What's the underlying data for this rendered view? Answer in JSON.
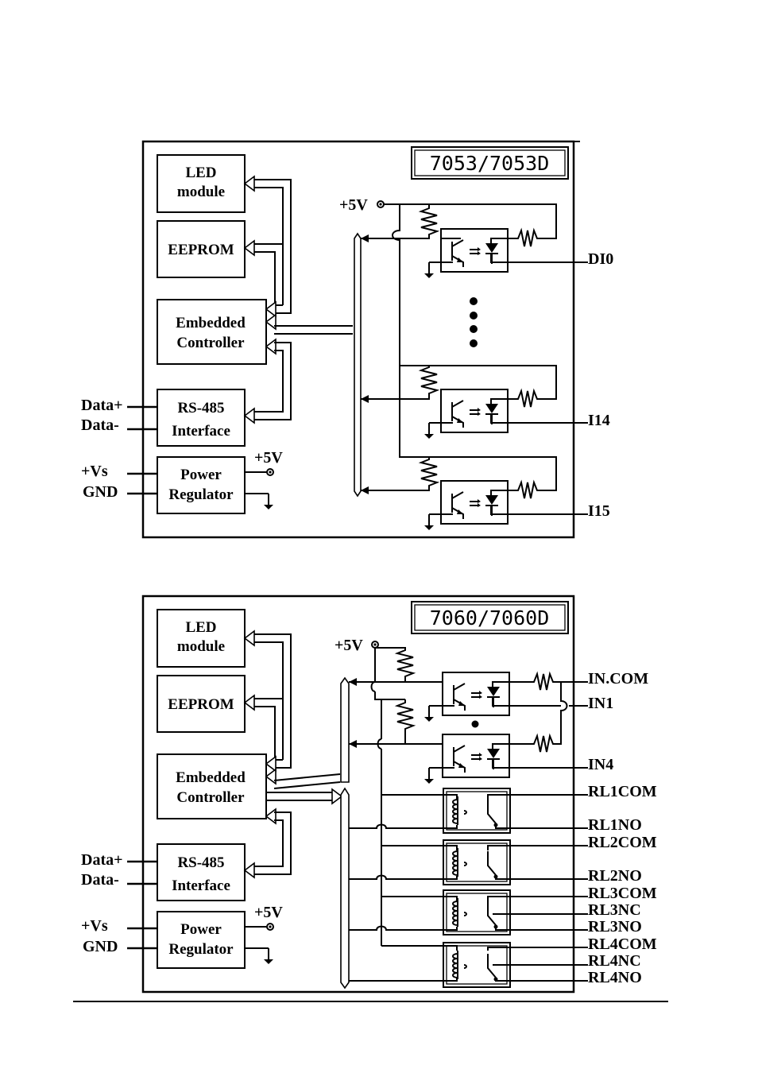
{
  "diagram_a": {
    "title": "7053/7053D",
    "blocks": {
      "led": [
        "LED",
        "module"
      ],
      "eeprom": "EEPROM",
      "controller": [
        "Embedded",
        "Controller"
      ],
      "rs485": [
        "RS-485",
        "Interface"
      ],
      "power": [
        "Power",
        "Regulator"
      ]
    },
    "left_labels": [
      "Data+",
      "Data-",
      "+Vs",
      "GND"
    ],
    "supply_labels": [
      "+5V",
      "+5V"
    ],
    "inputs": [
      "DI0",
      "I14",
      "I15"
    ]
  },
  "diagram_b": {
    "title": "7060/7060D",
    "blocks": {
      "led": [
        "LED",
        "module"
      ],
      "eeprom": "EEPROM",
      "controller": [
        "Embedded",
        "Controller"
      ],
      "rs485": [
        "RS-485",
        "Interface"
      ],
      "power": [
        "Power",
        "Regulator"
      ]
    },
    "left_labels": [
      "Data+",
      "Data-",
      "+Vs",
      "GND"
    ],
    "supply_labels": [
      "+5V",
      "+5V"
    ],
    "inputs": [
      "IN.COM",
      "IN1",
      "IN4"
    ],
    "relays": [
      "RL1COM",
      "RL1NO",
      "RL2COM",
      "RL2NO",
      "RL3COM",
      "RL3NC",
      "RL3NO",
      "RL4COM",
      "RL4NC",
      "RL4NO"
    ]
  }
}
